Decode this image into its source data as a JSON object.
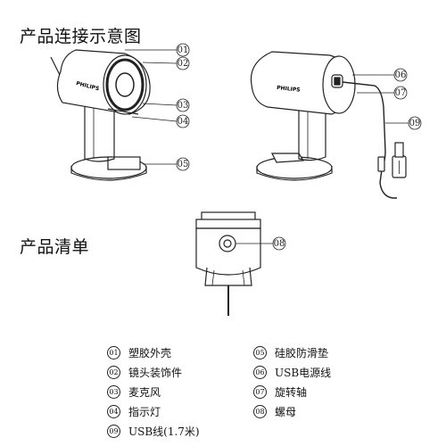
{
  "titles": {
    "connection": "产品连接示意图",
    "list": "产品清单"
  },
  "brand": "PHILIPS",
  "callouts": [
    "01",
    "02",
    "03",
    "04",
    "05",
    "06",
    "07",
    "08",
    "09"
  ],
  "parts": [
    {
      "num": "01",
      "label": "塑胶外壳"
    },
    {
      "num": "02",
      "label": "镜头装饰件"
    },
    {
      "num": "03",
      "label": "麦克风"
    },
    {
      "num": "04",
      "label": "指示灯"
    },
    {
      "num": "09",
      "label": "USB线(1.7米)"
    },
    {
      "num": "05",
      "label": "硅胶防滑垫"
    },
    {
      "num": "06",
      "label": "USB电源线"
    },
    {
      "num": "07",
      "label": "旋转轴"
    },
    {
      "num": "08",
      "label": "螺母"
    }
  ]
}
